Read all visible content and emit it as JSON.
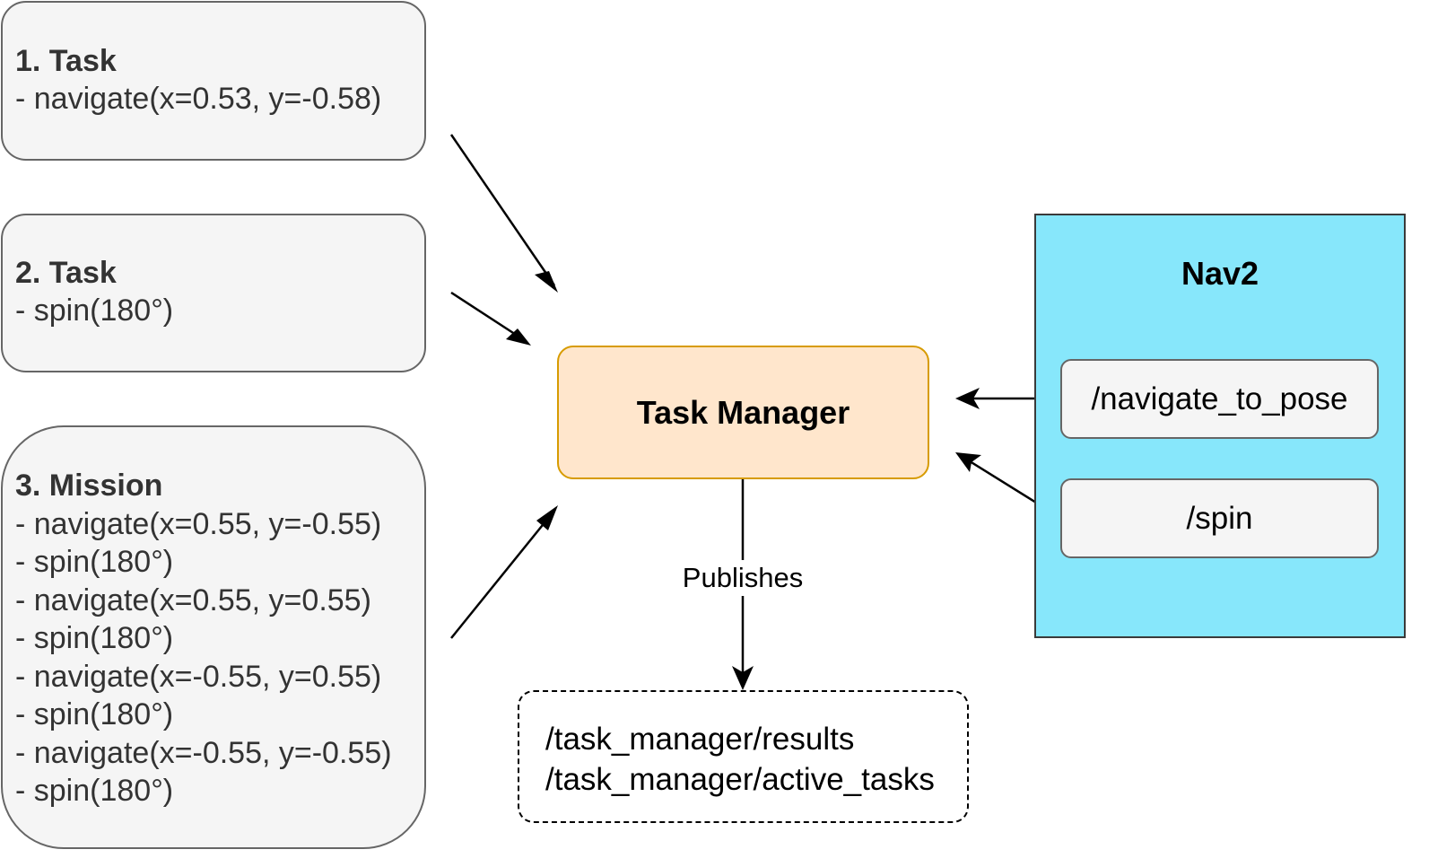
{
  "tasks": {
    "task1": {
      "title": "1. Task",
      "lines": [
        "- navigate(x=0.53, y=-0.58)"
      ]
    },
    "task2": {
      "title": "2. Task",
      "lines": [
        "- spin(180°)"
      ]
    },
    "mission": {
      "title": "3. Mission",
      "lines": [
        "- navigate(x=0.55, y=-0.55)",
        "- spin(180°)",
        "- navigate(x=0.55, y=0.55)",
        "- spin(180°)",
        "- navigate(x=-0.55, y=0.55)",
        "- spin(180°)",
        "- navigate(x=-0.55, y=-0.55)",
        "- spin(180°)"
      ]
    }
  },
  "task_manager": {
    "label": "Task Manager"
  },
  "nav2": {
    "title": "Nav2",
    "services": [
      "/navigate_to_pose",
      "/spin"
    ]
  },
  "publish": {
    "label": "Publishes",
    "topics": [
      "/task_manager/results",
      "/task_manager/active_tasks"
    ]
  },
  "colors": {
    "task_fill": "#f5f5f5",
    "task_manager_fill": "#ffe6cc",
    "task_manager_border": "#d79b00",
    "nav2_fill": "#87e7fb"
  }
}
